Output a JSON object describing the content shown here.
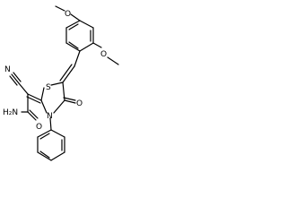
{
  "molecule": {
    "atoms": {
      "methoxy_top_o": "O",
      "methoxy_top_c": "",
      "methoxy_side_o": "O",
      "methoxy_side_c": "",
      "nitrile_n": "N",
      "ring_s": "S",
      "ring_n": "N",
      "carbonyl_o": "O",
      "amide_n": "H₂N",
      "amide_o": "O"
    }
  }
}
